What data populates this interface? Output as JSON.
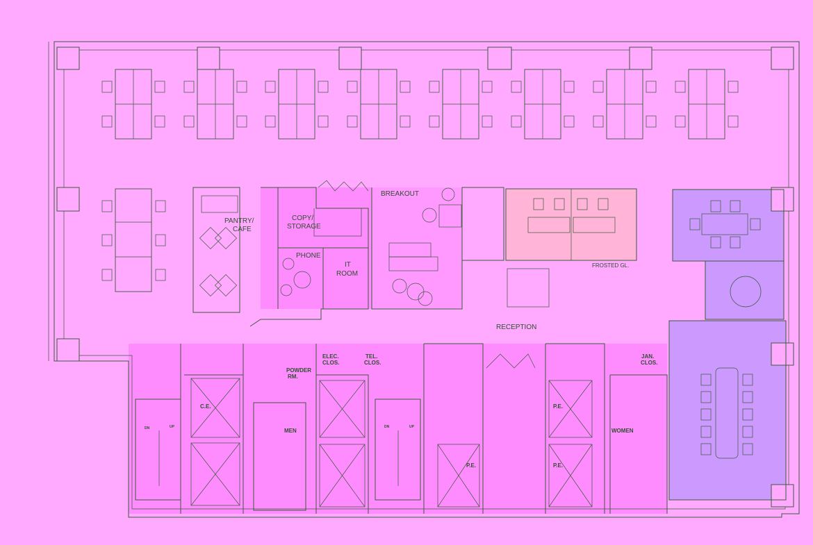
{
  "labels": {
    "pantry_1": "PANTRY/",
    "pantry_2": "CAFE",
    "copy_1": "COPY/",
    "copy_2": "STORAGE",
    "breakout": "BREAKOUT",
    "phone": "PHONE",
    "it_1": "IT",
    "it_2": "ROOM",
    "frosted": "FROSTED GL.",
    "reception": "RECEPTION",
    "powder_1": "POWDER",
    "powder_2": "RM.",
    "elec_1": "ELEC.",
    "elec_2": "CLOS.",
    "tel_1": "TEL.",
    "tel_2": "CLOS.",
    "jan_1": "JAN.",
    "jan_2": "CLOS.",
    "ce": "C.E.",
    "men": "MEN",
    "women": "WOMEN",
    "pe_1": "P.E.",
    "pe_2": "P.E.",
    "pe_3": "P.E.",
    "dn_1": "DN",
    "up_1": "UP",
    "dn_2": "DN",
    "up_2": "UP"
  },
  "colors": {
    "background": "#ffaaff",
    "line": "#3c5a3c",
    "room_highlight": "#ff8cff",
    "conference": "#cc99ff",
    "meeting_pink": "#ffb4d8"
  }
}
